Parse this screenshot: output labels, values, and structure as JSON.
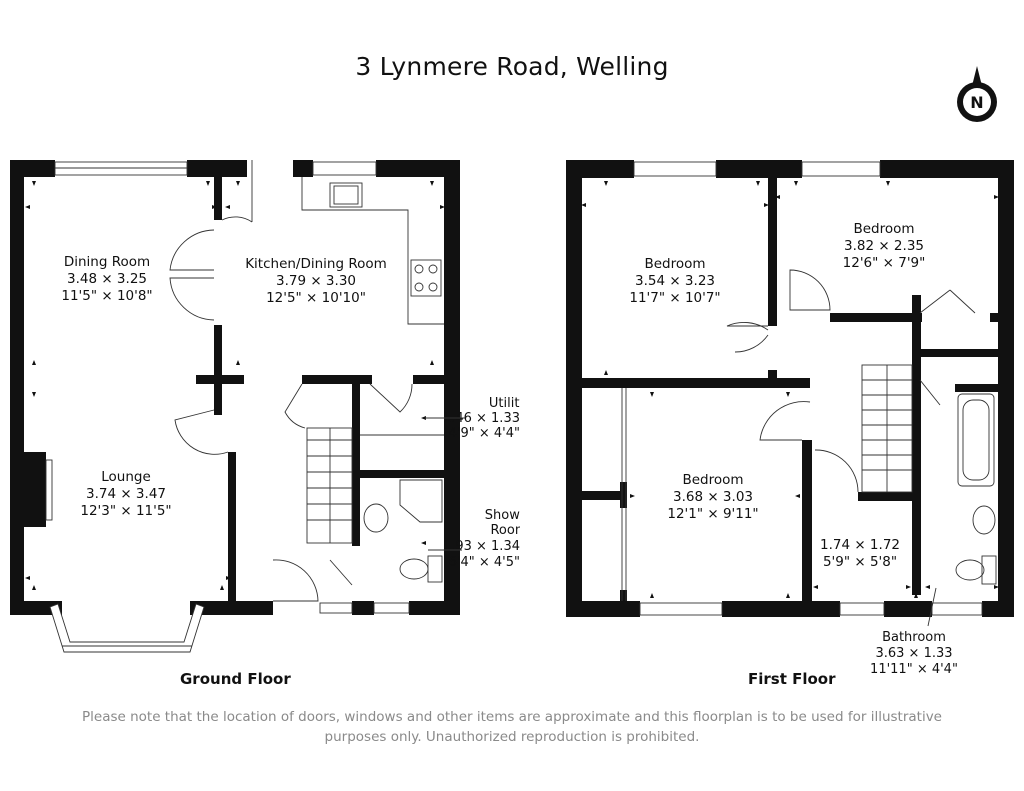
{
  "title": "3 Lynmere Road, Welling",
  "compass": {
    "letter": "N",
    "icon": "north-arrow-icon"
  },
  "floors": {
    "ground": "Ground Floor",
    "first": "First Floor"
  },
  "rooms": {
    "dining": {
      "name": "Dining Room",
      "metric": "3.48 × 3.25",
      "imperial": "11'5\" × 10'8\""
    },
    "kitchen": {
      "name": "Kitchen/Dining Room",
      "metric": "3.79 × 3.30",
      "imperial": "12'5\" × 10'10\""
    },
    "utility": {
      "name": "Utility",
      "metric": "1.46 × 1.33",
      "imperial": "4'9\" × 4'4\""
    },
    "lounge": {
      "name": "Lounge",
      "metric": "3.74 × 3.47",
      "imperial": "12'3\" × 11'5\""
    },
    "shower": {
      "name1": "Shower",
      "name2": "Room",
      "metric": "1.93 × 1.34",
      "imperial": "6'4\" × 4'5\""
    },
    "bed1": {
      "name": "Bedroom",
      "metric": "3.54 × 3.23",
      "imperial": "11'7\" × 10'7\""
    },
    "bed2": {
      "name": "Bedroom",
      "metric": "3.82 × 2.35",
      "imperial": "12'6\" × 7'9\""
    },
    "bed3": {
      "name": "Bedroom",
      "metric": "3.68 × 3.03",
      "imperial": "12'1\" × 9'11\""
    },
    "landing": {
      "metric": "1.74 × 1.72",
      "imperial": "5'9\" × 5'8\""
    },
    "bathroom": {
      "name": "Bathroom",
      "metric": "3.63 × 1.33",
      "imperial": "11'11\" × 4'4\""
    }
  },
  "disclaimer": {
    "line1": "Please note that the location of doors, windows and other items are approximate and this floorplan is to be used for illustrative",
    "line2": "purposes only. Unauthorized reproduction is prohibited."
  }
}
